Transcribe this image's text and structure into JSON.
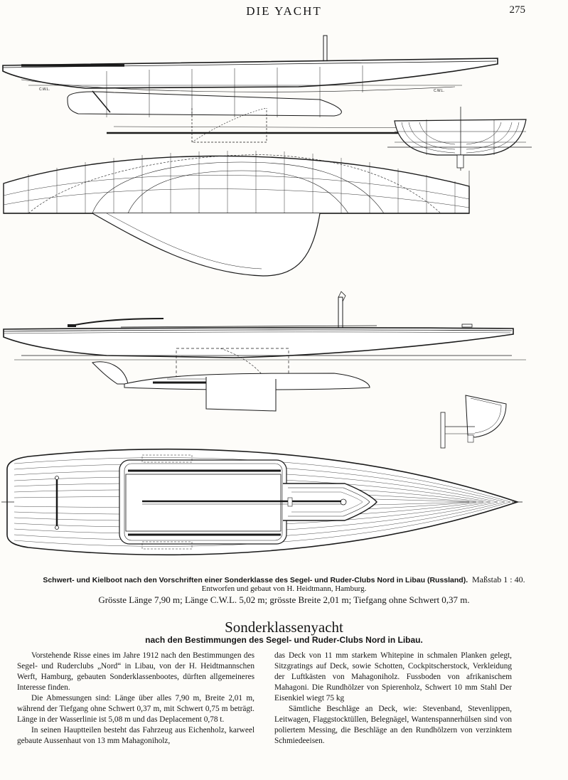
{
  "header": {
    "title": "DIE YACHT",
    "page_number": "275"
  },
  "plan_labels": {
    "cwl": "C.W.L."
  },
  "caption": {
    "line1_main": "Schwert- und Kielboot nach den Vorschriften einer Sonderklasse des Segel- und Ruder-Clubs Nord in Libau (Russland).",
    "line1_scale": "Maßstab 1 : 40.",
    "line2": "Entworfen und gebaut von H. Heidtmann, Hamburg.",
    "line3": "Grösste Länge 7,90 m; Länge C.W.L. 5,02 m; grösste Breite 2,01 m; Tiefgang ohne Schwert 0,37 m."
  },
  "article": {
    "title": "Sonderklassenyacht",
    "subtitle": "nach den Bestimmungen des Segel- und Ruder-Clubs Nord in Libau.",
    "left_paragraphs": [
      "Vorstehende Risse eines im Jahre 1912 nach den Bestimmungen des Segel- und Ruderclubs „Nord“ in Libau, von der H. Heidtmannschen Werft, Hamburg, gebauten Sonderklassenbootes, dürften allgemeineres Interesse finden.",
      "Die Abmessungen sind: Länge über alles 7,90 m, Breite 2,01 m, während der Tiefgang ohne Schwert 0,37 m, mit Schwert 0,75 m beträgt. Länge in der Wasserlinie ist 5,08 m und das Deplacement 0,78 t.",
      "In seinen Hauptteilen besteht das Fahrzeug aus Eichenholz, karweel gebaute Aussenhaut von 13 mm Mahagoniholz,"
    ],
    "right_paragraphs": [
      "das Deck von 11 mm starkem Whitepine in schmalen Planken gelegt, Sitzgratings auf Deck, sowie Schotten, Cockpitscherstock, Verkleidung der Luftkästen von Mahagoniholz. Fussboden von afrikanischem Mahagoni. Die Rundhölzer von Spierenholz, Schwert 10 mm Stahl Der Eisenkiel wiegt 75 kg",
      "Sämtliche Beschläge an Deck, wie: Stevenband, Stevenlippen, Leitwagen, Flaggstocktüllen, Belegnägel, Wantenspannerhülsen sind von poliertem Messing, die Beschläge an den Rundhölzern von verzinktem Schmiedeeisen."
    ]
  },
  "colors": {
    "ink": "#151515",
    "paper": "#fdfcf9"
  }
}
